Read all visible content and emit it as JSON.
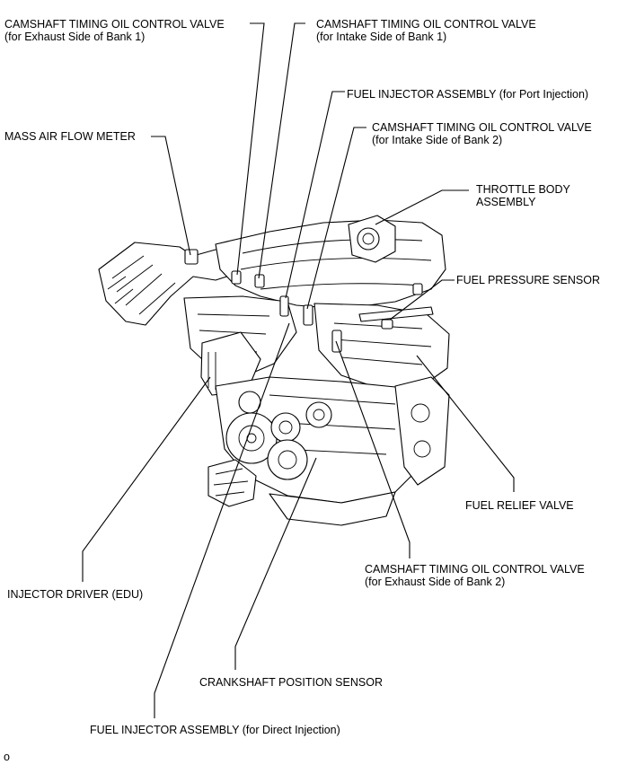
{
  "labels": {
    "cam_exh_b1": {
      "line1": "CAMSHAFT TIMING OIL CONTROL VALVE",
      "line2": "(for Exhaust Side of Bank 1)"
    },
    "cam_int_b1": {
      "line1": "CAMSHAFT TIMING OIL CONTROL VALVE",
      "line2": "(for Intake Side of Bank 1)"
    },
    "fuel_inj_port": {
      "line1": "FUEL INJECTOR ASSEMBLY (for Port Injection)"
    },
    "cam_int_b2": {
      "line1": "CAMSHAFT TIMING OIL CONTROL VALVE",
      "line2": "(for Intake Side of Bank 2)"
    },
    "maf": {
      "line1": "MASS AIR FLOW METER"
    },
    "throttle": {
      "line1": "THROTTLE BODY",
      "line2": "ASSEMBLY"
    },
    "fuel_pressure": {
      "line1": "FUEL PRESSURE SENSOR"
    },
    "fuel_relief": {
      "line1": "FUEL RELIEF VALVE"
    },
    "cam_exh_b2": {
      "line1": "CAMSHAFT TIMING OIL CONTROL VALVE",
      "line2": "(for Exhaust Side of Bank 2)"
    },
    "injector_driver": {
      "line1": "INJECTOR DRIVER (EDU)"
    },
    "crank": {
      "line1": "CRANKSHAFT POSITION SENSOR"
    },
    "fuel_inj_direct": {
      "line1": "FUEL INJECTOR ASSEMBLY (for Direct Injection)"
    }
  },
  "footer_code": "o"
}
